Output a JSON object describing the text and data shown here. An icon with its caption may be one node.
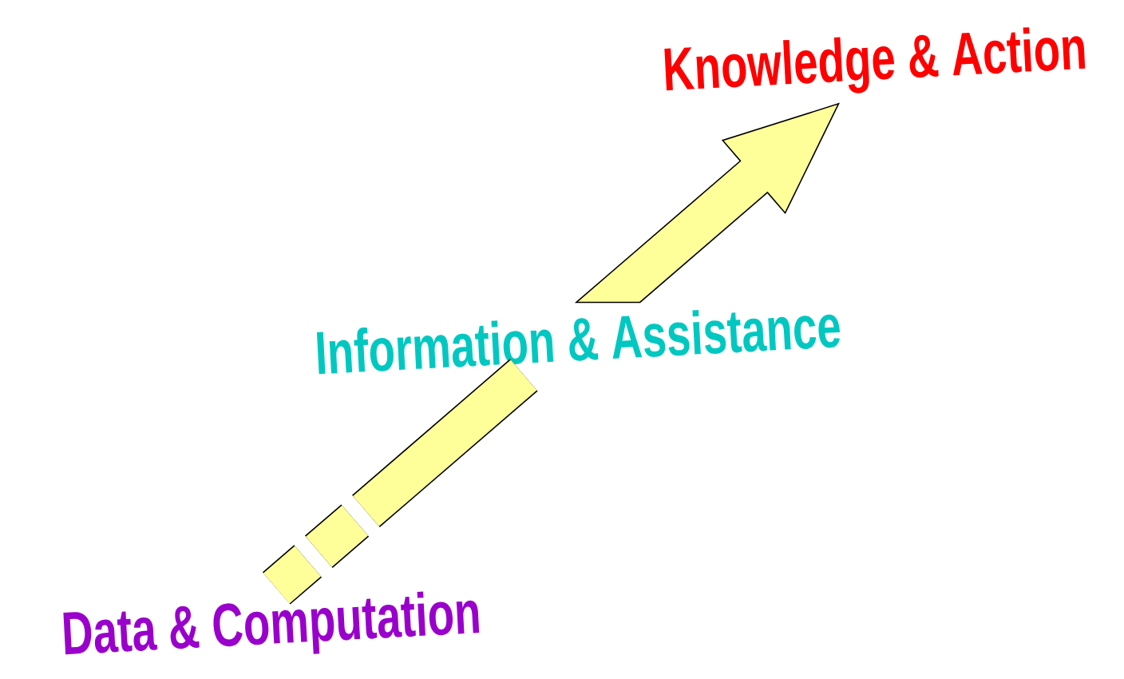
{
  "diagram": {
    "nodes": [
      {
        "text": [
          "Knowledge & Action"
        ]
      },
      {
        "text": [
          "Information & Assistance"
        ]
      },
      {
        "text": [
          "Data & Computation"
        ]
      }
    ],
    "edges": [
      {
        "from": 2,
        "to": 1,
        "arrow": "none",
        "style": "dashed"
      },
      {
        "from": 1,
        "to": 0,
        "arrow": "to"
      }
    ]
  }
}
